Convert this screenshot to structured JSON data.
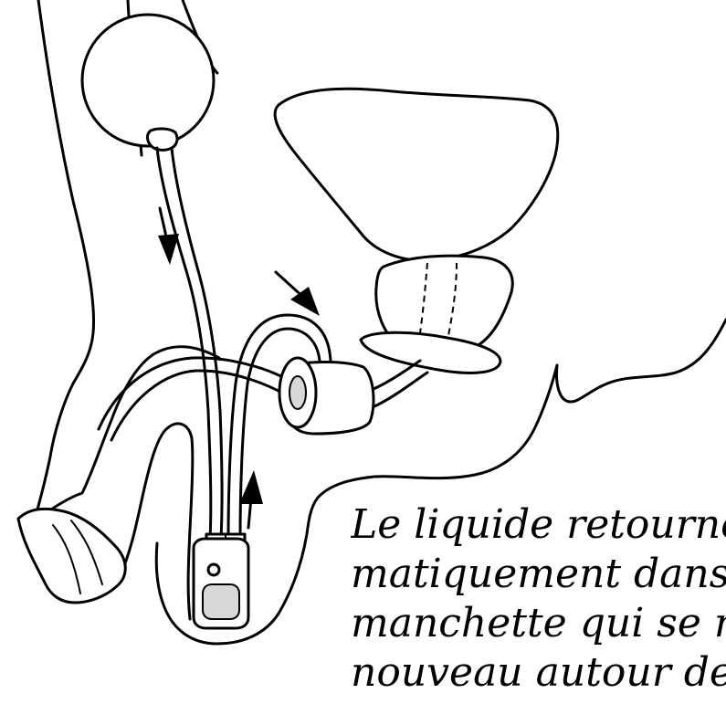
{
  "caption": {
    "line1": "Le liquide retourne",
    "line2": "matiquement dans",
    "line3": "manchette qui se r",
    "line4": "nouveau autour de"
  },
  "colors": {
    "ink": "#000000",
    "paper": "#ffffff",
    "shade": "#d8d8d8"
  },
  "labels_in_diagram": {
    "arrows": [
      "arrow-down-tube",
      "arrow-down-to-cuff",
      "arrow-up-tube"
    ]
  }
}
